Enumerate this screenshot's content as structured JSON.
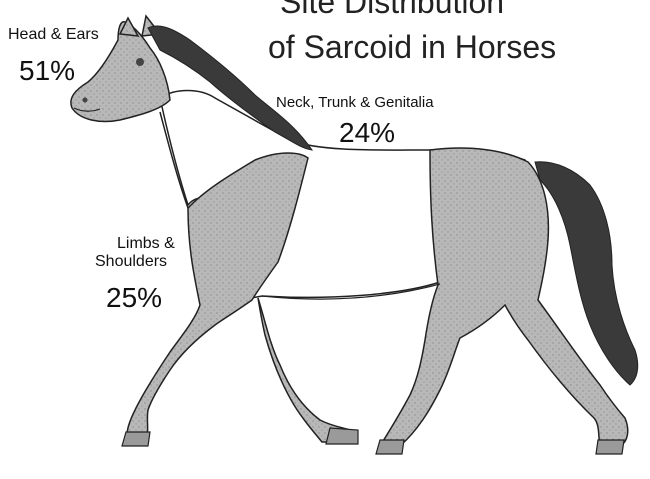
{
  "title": {
    "line1": "Site Distribution",
    "line2": "of Sarcoid in Horses"
  },
  "regions": {
    "head": {
      "label": "Head & Ears",
      "percent": "51%"
    },
    "neck_trunk": {
      "label": "Neck, Trunk & Genitalia",
      "percent": "24%"
    },
    "limbs": {
      "label_line1": "Limbs &",
      "label_line2": "Shoulders",
      "percent": "25%"
    }
  },
  "colors": {
    "affected_fill": "#b4b4b4",
    "mane_tail": "#3a3a3a",
    "outline": "#222222",
    "background": "#ffffff"
  }
}
